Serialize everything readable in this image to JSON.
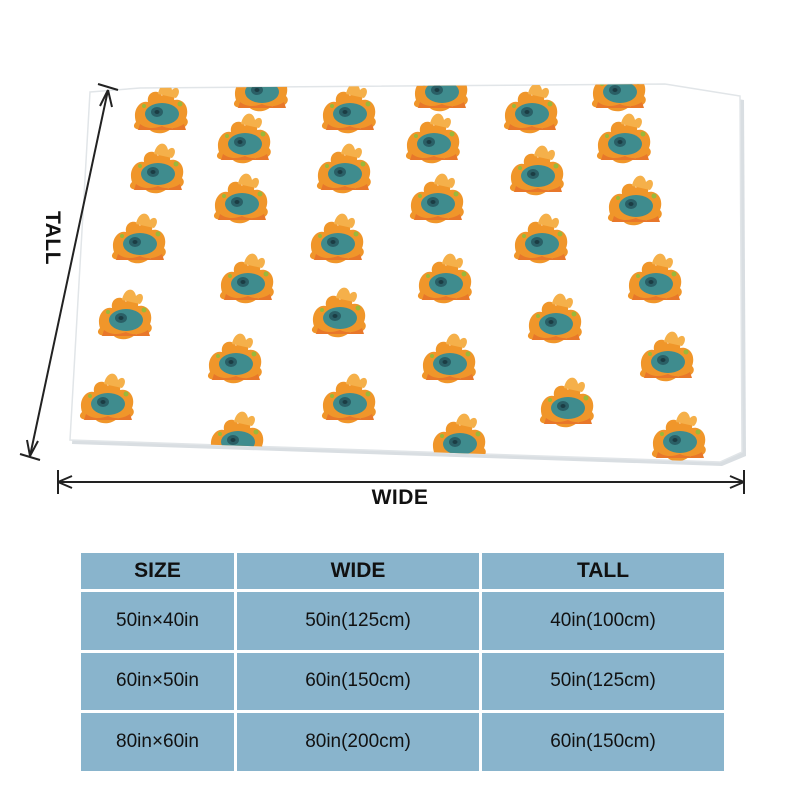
{
  "figure": {
    "tall_label": "TALL",
    "wide_label": "WIDE",
    "colors": {
      "blanket": "#ffffff",
      "blanket_shadow": "#d9dee2",
      "motif_orange": "#f0962a",
      "motif_teal": "#3f8c8e",
      "arrow": "#222222"
    },
    "motif_icon": "teal-orange-blob-icon"
  },
  "table": {
    "header_color": "#89b4cc",
    "headers": [
      "SIZE",
      "WIDE",
      "TALL"
    ],
    "rows": [
      [
        "50in×40in",
        "50in(125cm)",
        "40in(100cm)"
      ],
      [
        "60in×50in",
        "60in(150cm)",
        "50in(125cm)"
      ],
      [
        "80in×60in",
        "80in(200cm)",
        "60in(150cm)"
      ]
    ]
  }
}
